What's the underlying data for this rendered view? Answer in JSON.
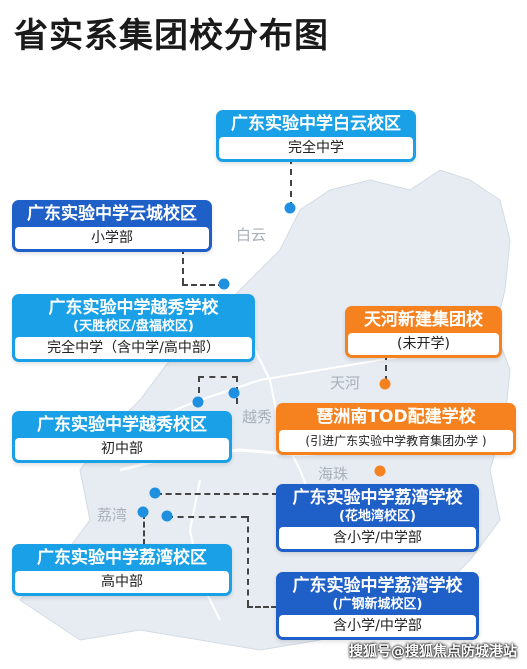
{
  "title": "省实系集团校分布图",
  "districts": {
    "baiyun": "白云",
    "tianhe": "天河",
    "yuexiu": "越秀",
    "haizhu": "海珠",
    "liwan": "荔湾"
  },
  "schools": {
    "baiyun_campus": {
      "name": "广东实验中学白云校区",
      "level": "完全中学"
    },
    "yuncheng_campus": {
      "name": "广东实验中学云城校区",
      "level": "小学部"
    },
    "yuexiu_school": {
      "name": "广东实验中学越秀学校",
      "sub": "(天胜校区/盘福校区)",
      "level": "完全中学（含中学/高中部）"
    },
    "tianhe_group": {
      "name": "天河新建集团校",
      "level": "(未开学)"
    },
    "yuexiu_campus": {
      "name": "广东实验中学越秀校区",
      "level": "初中部"
    },
    "pazhou_tod": {
      "name": "琶洲南TOD配建学校",
      "level": "(引进广东实验中学教育集团办学 )"
    },
    "liwan_school_huadi": {
      "name": "广东实验中学荔湾学校",
      "sub": "(花地湾校区)",
      "level": "含小学/中学部"
    },
    "liwan_campus": {
      "name": "广东实验中学荔湾校区",
      "level": "高中部"
    },
    "liwan_school_guanggang": {
      "name": "广东实验中学荔湾学校",
      "sub": "(广钢新城校区)",
      "level": "含小学/中学部"
    }
  },
  "colors": {
    "blue_card": "#1f5fc8",
    "cyan_card": "#1aa0e6",
    "orange_card": "#f5811f",
    "marker_blue": "#1f8fe0",
    "map_fill": "#e4eaf0"
  },
  "watermark": "搜狐号@搜狐焦点防城港站"
}
